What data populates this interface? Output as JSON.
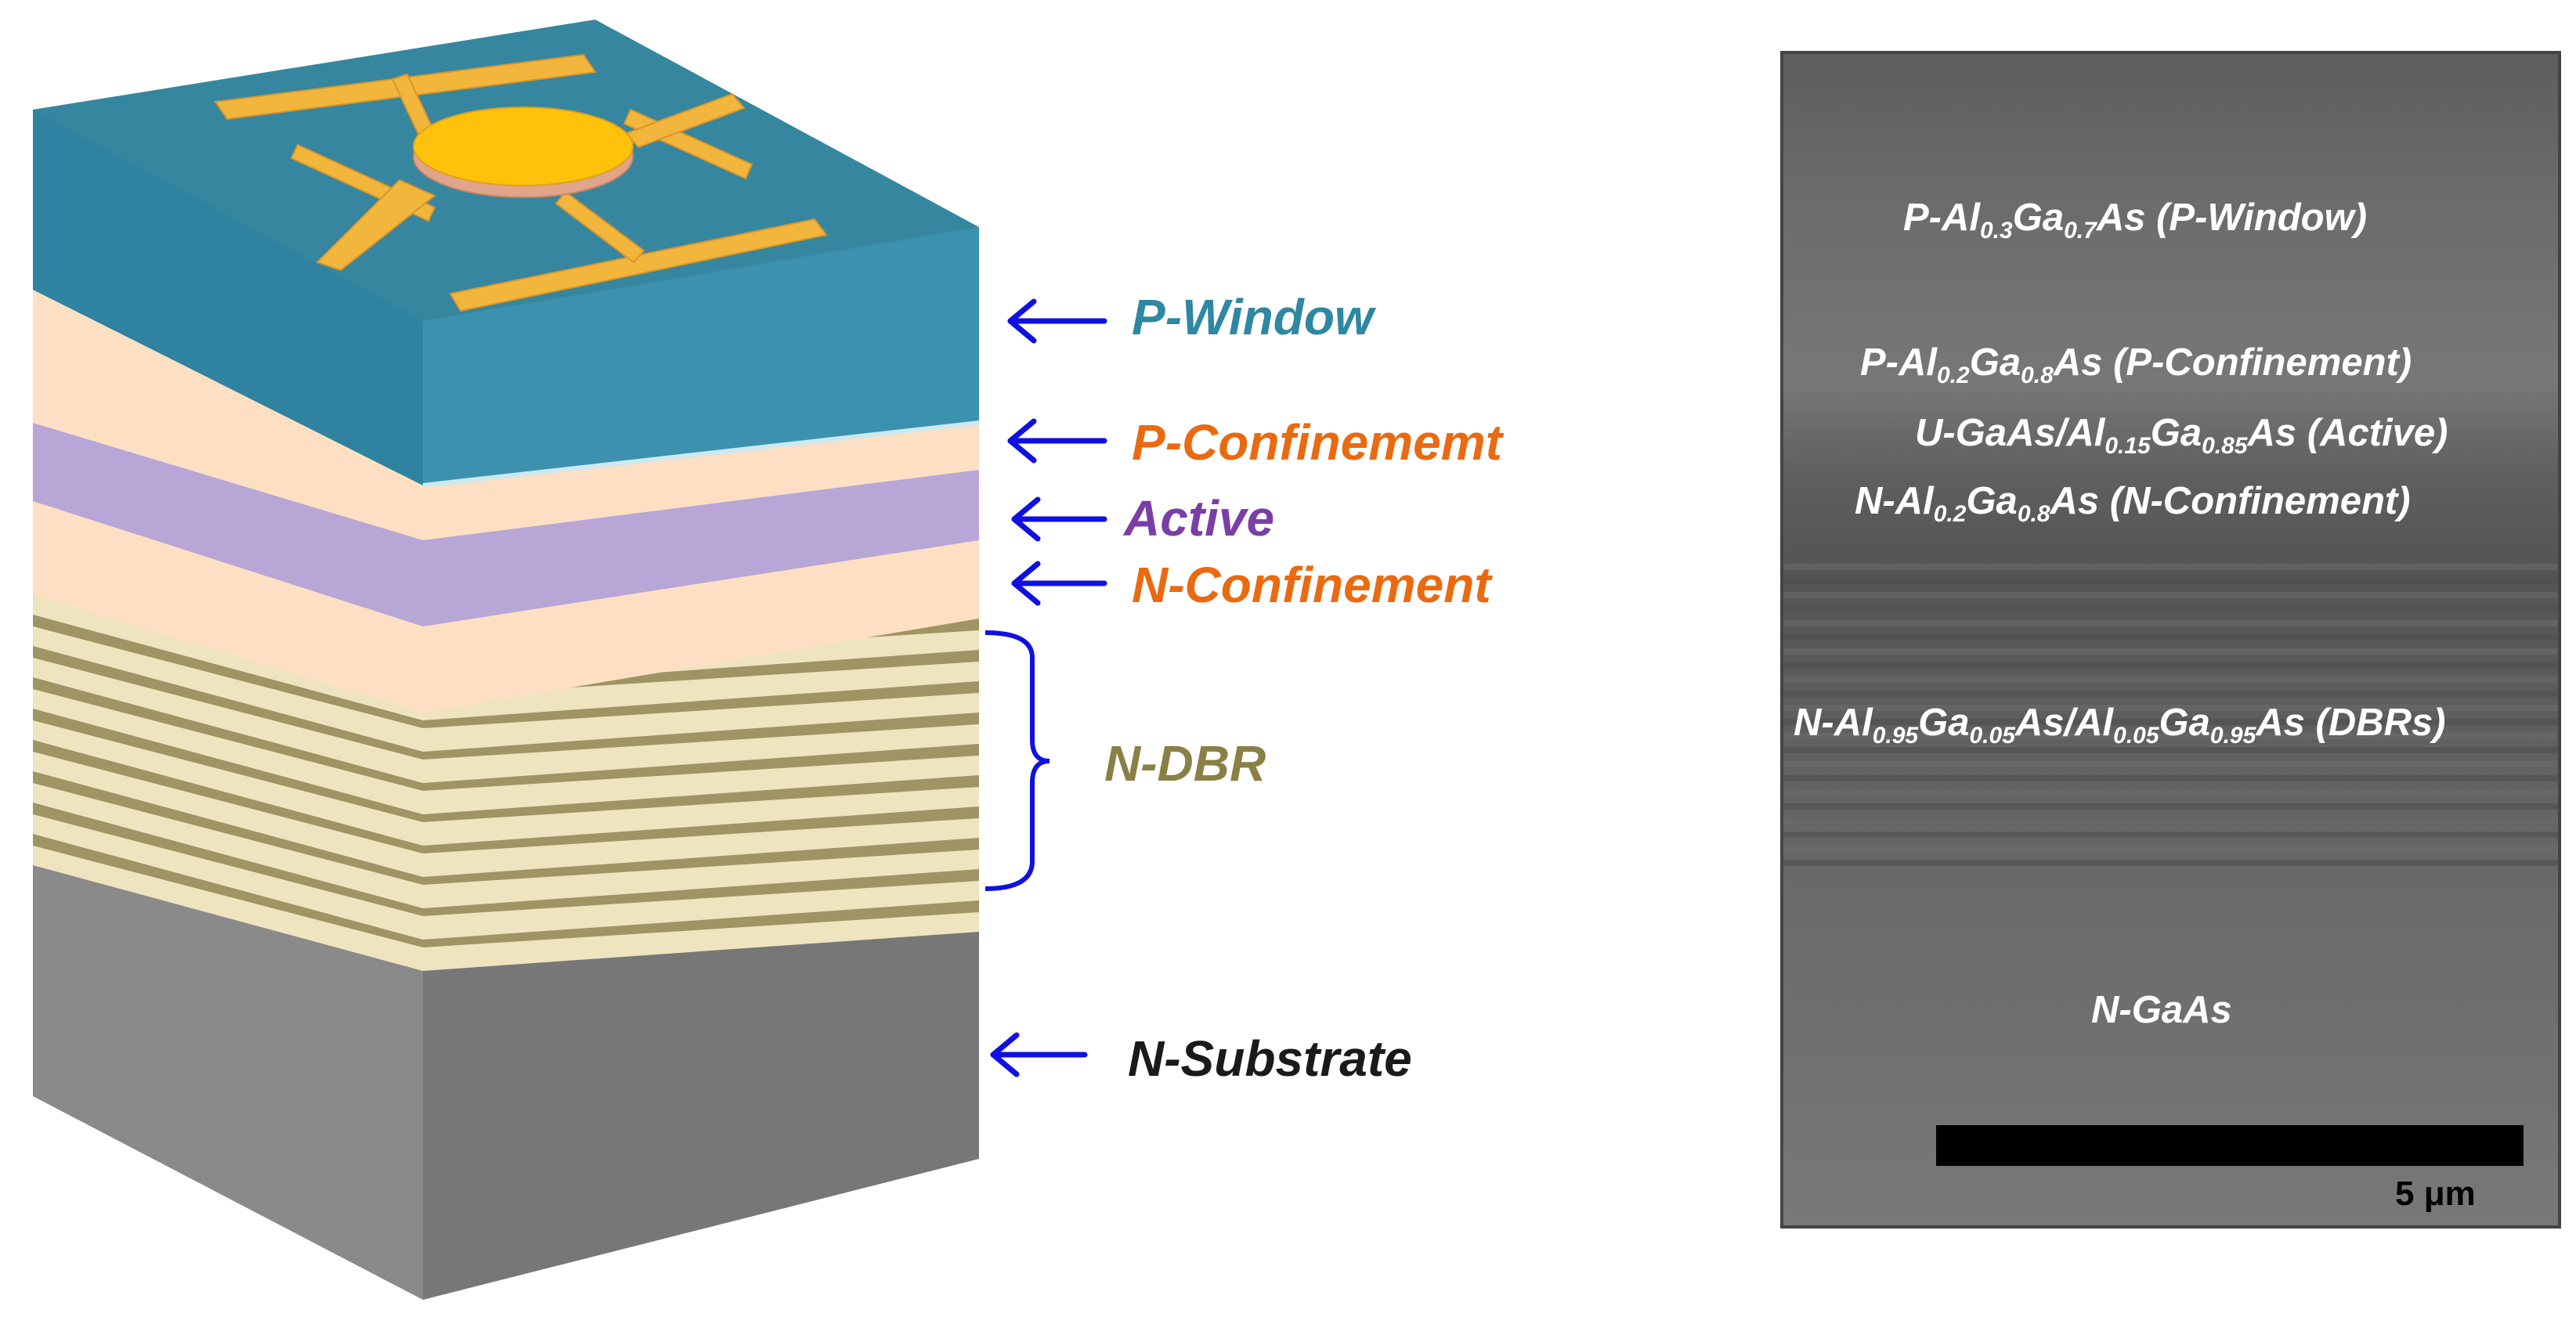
{
  "layer_labels": {
    "p_window": "P-Window",
    "p_confinement": "P-Confinememt",
    "active": "Active",
    "n_confinement": "N-Confinement",
    "n_dbr": "N-DBR",
    "n_substrate": "N-Substrate"
  },
  "sem": {
    "p_window": {
      "main": "P-Al",
      "x": "0.3",
      "mid": "Ga",
      "y": "0.7",
      "end": "As (P-Window)"
    },
    "p_confinement": {
      "main": "P-Al",
      "x": "0.2",
      "mid": "Ga",
      "y": "0.8",
      "end": "As (P-Confinement)"
    },
    "active": {
      "main": "U-GaAs/Al",
      "x": "0.15",
      "mid": "Ga",
      "y": "0.85",
      "end": "As (Active)"
    },
    "n_confinement": {
      "main": "N-Al",
      "x": "0.2",
      "mid": "Ga",
      "y": "0.8",
      "end": "As (N-Confinement)"
    },
    "dbr": {
      "a": "N-Al",
      "a_sub": "0.95",
      "b": "Ga",
      "b_sub": "0.05",
      "c": "As/Al",
      "c_sub": "0.05",
      "d": "Ga",
      "d_sub": "0.95",
      "e": "As (DBRs)"
    },
    "substrate": "N-GaAs",
    "scale_bar": "5 μm"
  },
  "colors": {
    "p_window": "#2e87a3",
    "p_confinement": "#ea6a11",
    "active": "#7a3fa6",
    "n_confinement": "#ea6a11",
    "n_dbr": "#8a7f45",
    "n_substrate": "#1a1a1a",
    "arrow": "#1010e0"
  }
}
